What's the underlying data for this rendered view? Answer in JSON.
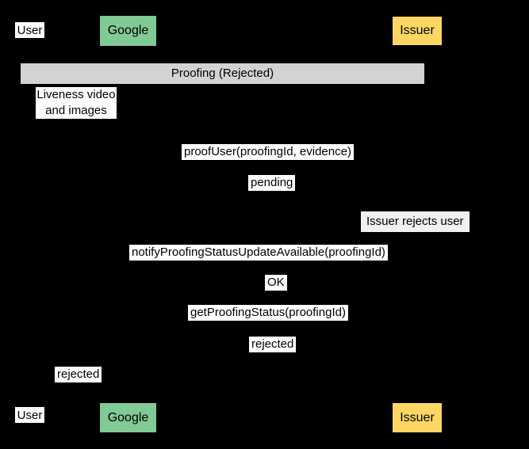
{
  "colors": {
    "background": "#000000",
    "actor_google_green": "#81c995",
    "actor_issuer_yellow": "#fdd663",
    "band_gray": "#d3d3d3",
    "note_gray": "#f0f0f0",
    "label_background": "#ffffff",
    "text": "#000000"
  },
  "actors": {
    "top": {
      "user": "User",
      "google": "Google",
      "issuer": "Issuer"
    },
    "bottom": {
      "user": "User",
      "google": "Google",
      "issuer": "Issuer"
    }
  },
  "band": {
    "label": "Proofing (Rejected)"
  },
  "messages": {
    "liveness_line1": "Liveness video",
    "liveness_line2": "and images",
    "proof_user": "proofUser(proofingId, evidence)",
    "pending": "pending",
    "notify": "notifyProofingStatusUpdateAvailable(proofingId)",
    "ok": "OK",
    "get_status": "getProofingStatus(proofingId)",
    "rejected_to_google": "rejected",
    "rejected_to_user": "rejected"
  },
  "note": {
    "label": "Issuer rejects user"
  }
}
